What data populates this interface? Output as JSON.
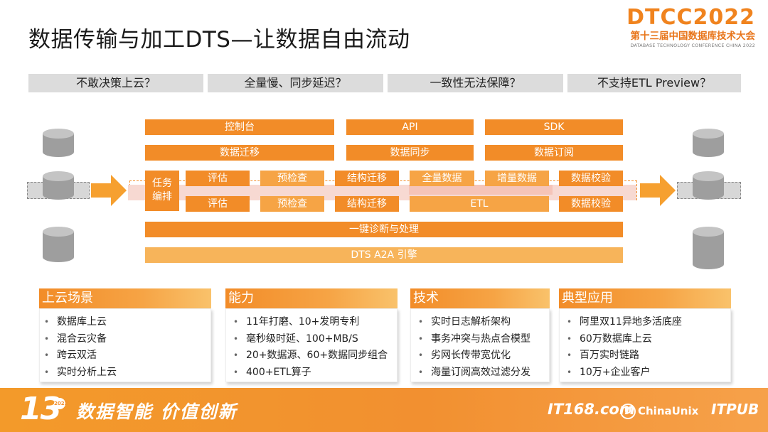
{
  "title": "数据传输与加工DTS—让数据自由流动",
  "logo": {
    "main": "DTCC2022",
    "cn": "第十三届中国数据库技术大会",
    "en": "DATABASE TECHNOLOGY CONFERENCE CHINA 2022"
  },
  "questions": [
    "不敢决策上云？",
    "全量慢、同步延迟？",
    "一致性无法保障？",
    "不支持ETL Preview？"
  ],
  "diagram": {
    "row1": [
      "控制台",
      "API",
      "SDK"
    ],
    "row2": [
      "数据迁移",
      "数据同步",
      "数据订阅"
    ],
    "task": "任务编排",
    "row3": [
      "评估",
      "预检查",
      "结构迁移",
      "全量数据",
      "增量数据",
      "数据校验"
    ],
    "row4": [
      "评估",
      "预检查",
      "结构迁移",
      "ETL",
      "数据校验"
    ],
    "diag": "一键诊断与处理",
    "engine": "DTS A2A 引擎"
  },
  "cards": [
    {
      "title": "上云场景",
      "items": [
        "数据库上云",
        "混合云灾备",
        "跨云双活",
        "实时分析上云"
      ]
    },
    {
      "title": "能力",
      "items": [
        "11年打磨、10+发明专利",
        "毫秒级时延、100+MB/S",
        "20+数据源、60+数据同步组合",
        "400+ETL算子"
      ]
    },
    {
      "title": "技术",
      "items": [
        "实时日志解析架构",
        "事务冲突与热点合模型",
        "劣网长传带宽优化",
        "海量订阅高效过滤分发"
      ]
    },
    {
      "title": "典型应用",
      "items": [
        "阿里双11异地多活底座",
        "60万数据库上云",
        "百万实时链路",
        "10万+企业客户"
      ]
    }
  ],
  "footer": {
    "badge_number": "13",
    "badge_sup": "2022",
    "slogan": "数据智能  价值创新",
    "brand1": "IT168.com",
    "brand2": "ChinaUnix",
    "brand2_mark": "U",
    "brand3": "ITPUB"
  },
  "colors": {
    "orange": "#f28c28",
    "orange_light": "#f6a445",
    "gray": "#dcdcdc",
    "pink": "#f7d9d2"
  },
  "icons": [
    "database-cylinder-icon",
    "right-arrow-icon"
  ]
}
